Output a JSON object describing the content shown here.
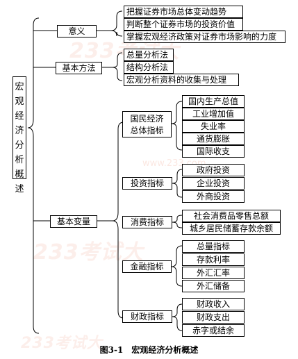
{
  "watermark": {
    "logo_text": "233考试大",
    "url_text": "www.233.com"
  },
  "root": {
    "label": "宏观经济分析概述"
  },
  "level1": {
    "meaning": "意义",
    "methods": "基本方法",
    "variables": "基本变量"
  },
  "meaning_items": [
    "把握证券市场总体变动趋势",
    "判断整个证券市场的投资价值",
    "掌握宏观经济政策对证券市场影响的力度"
  ],
  "method_items": [
    "总量分析法",
    "结构分析法",
    "宏观分析资料的收集与处理"
  ],
  "variables": {
    "national_economy": {
      "label": "国民经济总体指标",
      "items": [
        "国内生产总值",
        "工业增加值",
        "失业率",
        "通货膨胀",
        "国际收支"
      ]
    },
    "investment": {
      "label": "投资指标",
      "items": [
        "政府投资",
        "企业投资",
        "外商投资"
      ]
    },
    "consumption": {
      "label": "消费指标",
      "items": [
        "社会消费品零售总额",
        "城乡居民储蓄存款余额"
      ]
    },
    "finance": {
      "label": "金融指标",
      "items": [
        "总量指标",
        "存款利率",
        "外汇汇率",
        "外汇储备"
      ]
    },
    "fiscal": {
      "label": "财政指标",
      "items": [
        "财政收入",
        "财政支出",
        "赤字或结余"
      ]
    }
  },
  "caption": "图3-1　宏观经济分析概述"
}
